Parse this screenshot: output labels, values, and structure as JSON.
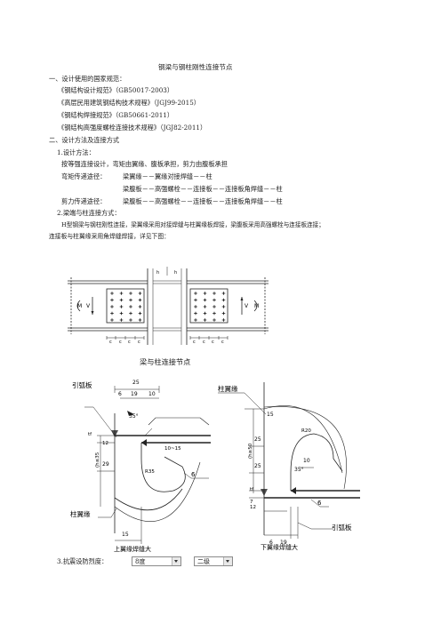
{
  "doc": {
    "title": "钢梁与钢柱刚性连接节点",
    "s1": "一、设计使用的国家规范：",
    "specs": [
      "《钢结构设计规范》（GB50017-2003）",
      "《高层民用建筑钢结构技术规程》（JGJ99-2015）",
      "《钢结构焊接规范》（GB50661-2011）",
      "《钢结构高强度螺栓连接技术规程》（JGJ82-2011）"
    ],
    "s2": "二、设计方法及连接方式",
    "m1": "1.设计方法：",
    "m1_desc": "按等强连接设计，弯矩由翼缘、腹板承担，剪力由腹板承担",
    "moment_label": "弯矩传递途径：",
    "moment_path1": "梁翼缘－－翼缘对接焊缝－－柱",
    "moment_path2": "梁腹板－－高强螺栓－－连接板－－连接板角焊缝－－柱",
    "shear_label": "剪力传递途径：",
    "shear_path": "梁腹板－－高强螺栓－－连接板－－连接板角焊缝－－柱",
    "m2": "2.梁端与柱连接方式：",
    "m2_desc1": "H型钢梁与钢柱刚性连接，梁翼缘采用对接焊缝与柱翼缘板焊接，梁腹板采用高强螺栓与连接板连接；",
    "m2_desc2": "连接板与柱翼缘采用角焊缝焊接，详见下图：",
    "m3": "3.抗震设防烈度：",
    "intensity": "8度",
    "grade": "二级"
  },
  "fig1": {
    "caption": "梁与柱连接节点",
    "m": "M",
    "v": "V",
    "cap_l": "h",
    "cap_r": "h",
    "dims_left": [
      "c",
      "c",
      "c",
      "c"
    ],
    "dims_right": [
      "c",
      "c",
      "c",
      "c"
    ]
  },
  "fig2": {
    "labels": {
      "yinhuban": "引弧板",
      "zhuyiyuan": "柱翼缘",
      "zhuyiyuan_r": "柱翼缘",
      "yinhuban_r": "引弧板",
      "cap_left": "上翼缘焊缝大",
      "cap_right": "下翼缘焊缝大"
    },
    "dims": {
      "d25": "25",
      "d6": "6",
      "d19": "19",
      "d10": "10",
      "ang35": "35°",
      "tf": "tf",
      "d12": "12",
      "d29": "29",
      "r35": "R35",
      "d10_15": "10~15",
      "hw35": "(h≤35",
      "w6": "6",
      "d15": "15",
      "r15": "15",
      "h50": "(h≥50",
      "r25a": "25",
      "r25b": "25",
      "R20": "R20",
      "r10": "10",
      "a35": "35°",
      "tfb": "tf",
      "d7": "7",
      "d12b": "12",
      "w6b": "6",
      "b6": "6",
      "b19": "19"
    }
  }
}
